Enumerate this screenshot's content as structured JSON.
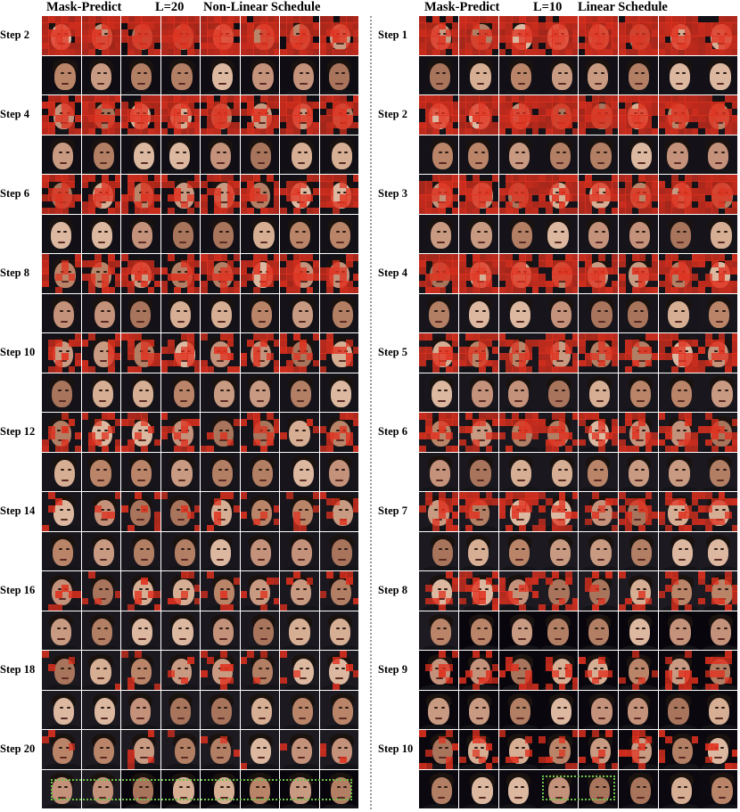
{
  "left_panel": {
    "header": {
      "method": "Mask-Predict",
      "length": "L=20",
      "schedule": "Non-Linear Schedule"
    },
    "step_labels": [
      "Step 2",
      "Step 4",
      "Step 6",
      "Step 8",
      "Step 10",
      "Step 12",
      "Step 14",
      "Step 16",
      "Step 18",
      "Step 20"
    ],
    "mask_levels": [
      0.92,
      0.78,
      0.62,
      0.5,
      0.38,
      0.3,
      0.22,
      0.17,
      0.12,
      0.08
    ],
    "frames_per_row": 8
  },
  "right_panel": {
    "header": {
      "method": "Mask-Predict",
      "length": "L=10",
      "schedule": "Linear Schedule"
    },
    "step_labels": [
      "Step 1",
      "Step 2",
      "Step 3",
      "Step 4",
      "Step 5",
      "Step 6",
      "Step 7",
      "Step 8",
      "Step 9",
      "Step 10"
    ],
    "mask_levels": [
      0.9,
      0.85,
      0.78,
      0.7,
      0.6,
      0.5,
      0.42,
      0.34,
      0.26,
      0.18
    ],
    "frames_per_row": 8
  },
  "colors": {
    "mask": "#e0301e",
    "highlight": "#6cc24a",
    "background": "#0c0c0c",
    "divider": "#9a9a9a"
  }
}
